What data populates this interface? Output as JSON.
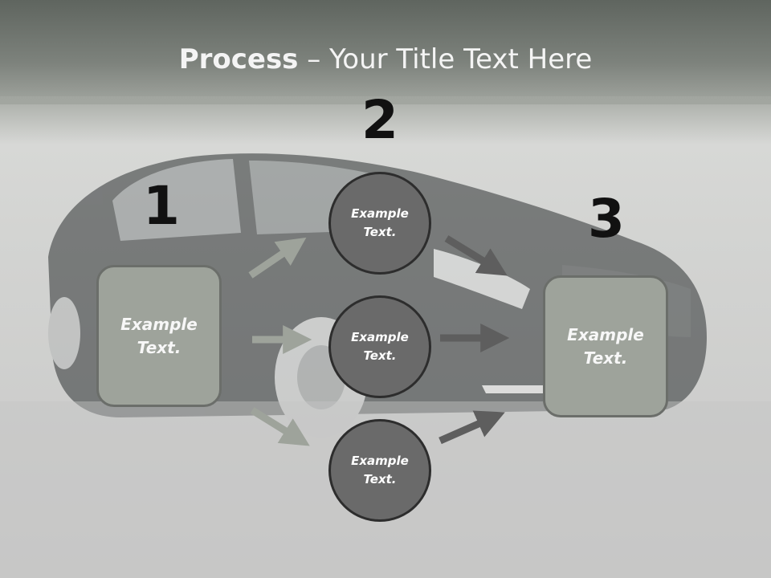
{
  "slide": {
    "title_bold": "Process",
    "title_rest": " – Your Title Text Here"
  },
  "steps": {
    "one": "1",
    "two": "2",
    "three": "3"
  },
  "left_box": {
    "text": "Example\nText."
  },
  "right_box": {
    "text": "Example\nText."
  },
  "circles": [
    {
      "text": "Example\nText."
    },
    {
      "text": "Example\nText."
    },
    {
      "text": "Example\nText."
    }
  ],
  "colors": {
    "box_fill": "#9ea39b",
    "circle_fill": "#6a6a6a",
    "light_arrow": "#9ea39b",
    "dark_arrow": "#5e5e5e",
    "number": "#111111"
  },
  "background_image": "car-photo"
}
